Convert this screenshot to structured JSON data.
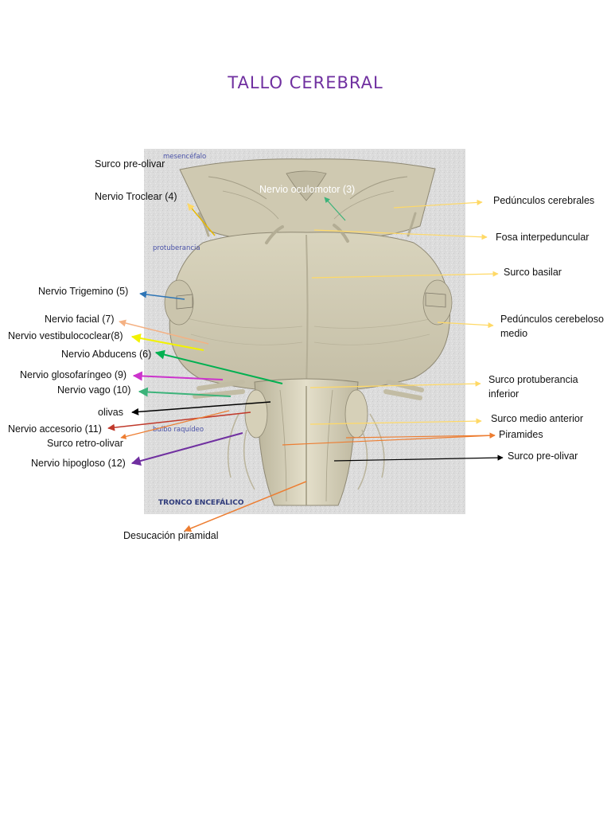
{
  "title": "TALLO CEREBRAL",
  "image_labels": {
    "mesencefalo": "mesencéfalo",
    "protuberancia": "protuberancia",
    "bulbo": "bulbo raquídeo",
    "tronco": "TRONCO ENCEFÁLICO"
  },
  "labels": {
    "surco_preolivar_top": "Surco pre-olivar",
    "nervio_troclear": "Nervio Troclear (4)",
    "nervio_oculomotor": "Nervio oculomotor (3)",
    "nervio_trigemino": "Nervio Trigemino (5)",
    "nervio_facial": "Nervio facial (7)",
    "nervio_vestibulococlear": "Nervio vestibulococlear(8)",
    "nervio_abducens": "Nervio Abducens (6)",
    "nervio_glosofaringeo": "Nervio glosofaríngeo (9)",
    "nervio_vago": "Nervio vago (10)",
    "olivas": "olivas",
    "nervio_accesorio": "Nervio accesorio (11)",
    "surco_retro_olivar": "Surco retro-olivar",
    "nervio_hipogloso": "Nervio hipogloso (12)",
    "desucacion_piramidal": "Desucación piramidal",
    "pedunculos_cerebrales": "Pedúnculos cerebrales",
    "fosa_interpeduncular": "Fosa interpeduncular",
    "surco_basilar": "Surco basilar",
    "pedunculos_cerebeloso_medio": "Pedúnculos cerebeloso medio",
    "surco_protuberancia_inferior": "Surco protuberancia inferior",
    "surco_medio_anterior": "Surco medio anterior",
    "piramides": "Piramides",
    "surco_preolivar_right": "Surco pre-olivar"
  },
  "colors": {
    "title": "#7030a0",
    "arrow_yellow": "#ffd966",
    "arrow_gold": "#e6b800",
    "arrow_blue": "#2e75b6",
    "arrow_peach": "#f4b183",
    "arrow_bright_yellow": "#f2f200",
    "arrow_green": "#00b050",
    "arrow_magenta": "#cc33cc",
    "arrow_teal": "#3cb37a",
    "arrow_black": "#000000",
    "arrow_red": "#c0392b",
    "arrow_orange": "#ed7d31",
    "arrow_purple": "#7030a0"
  }
}
